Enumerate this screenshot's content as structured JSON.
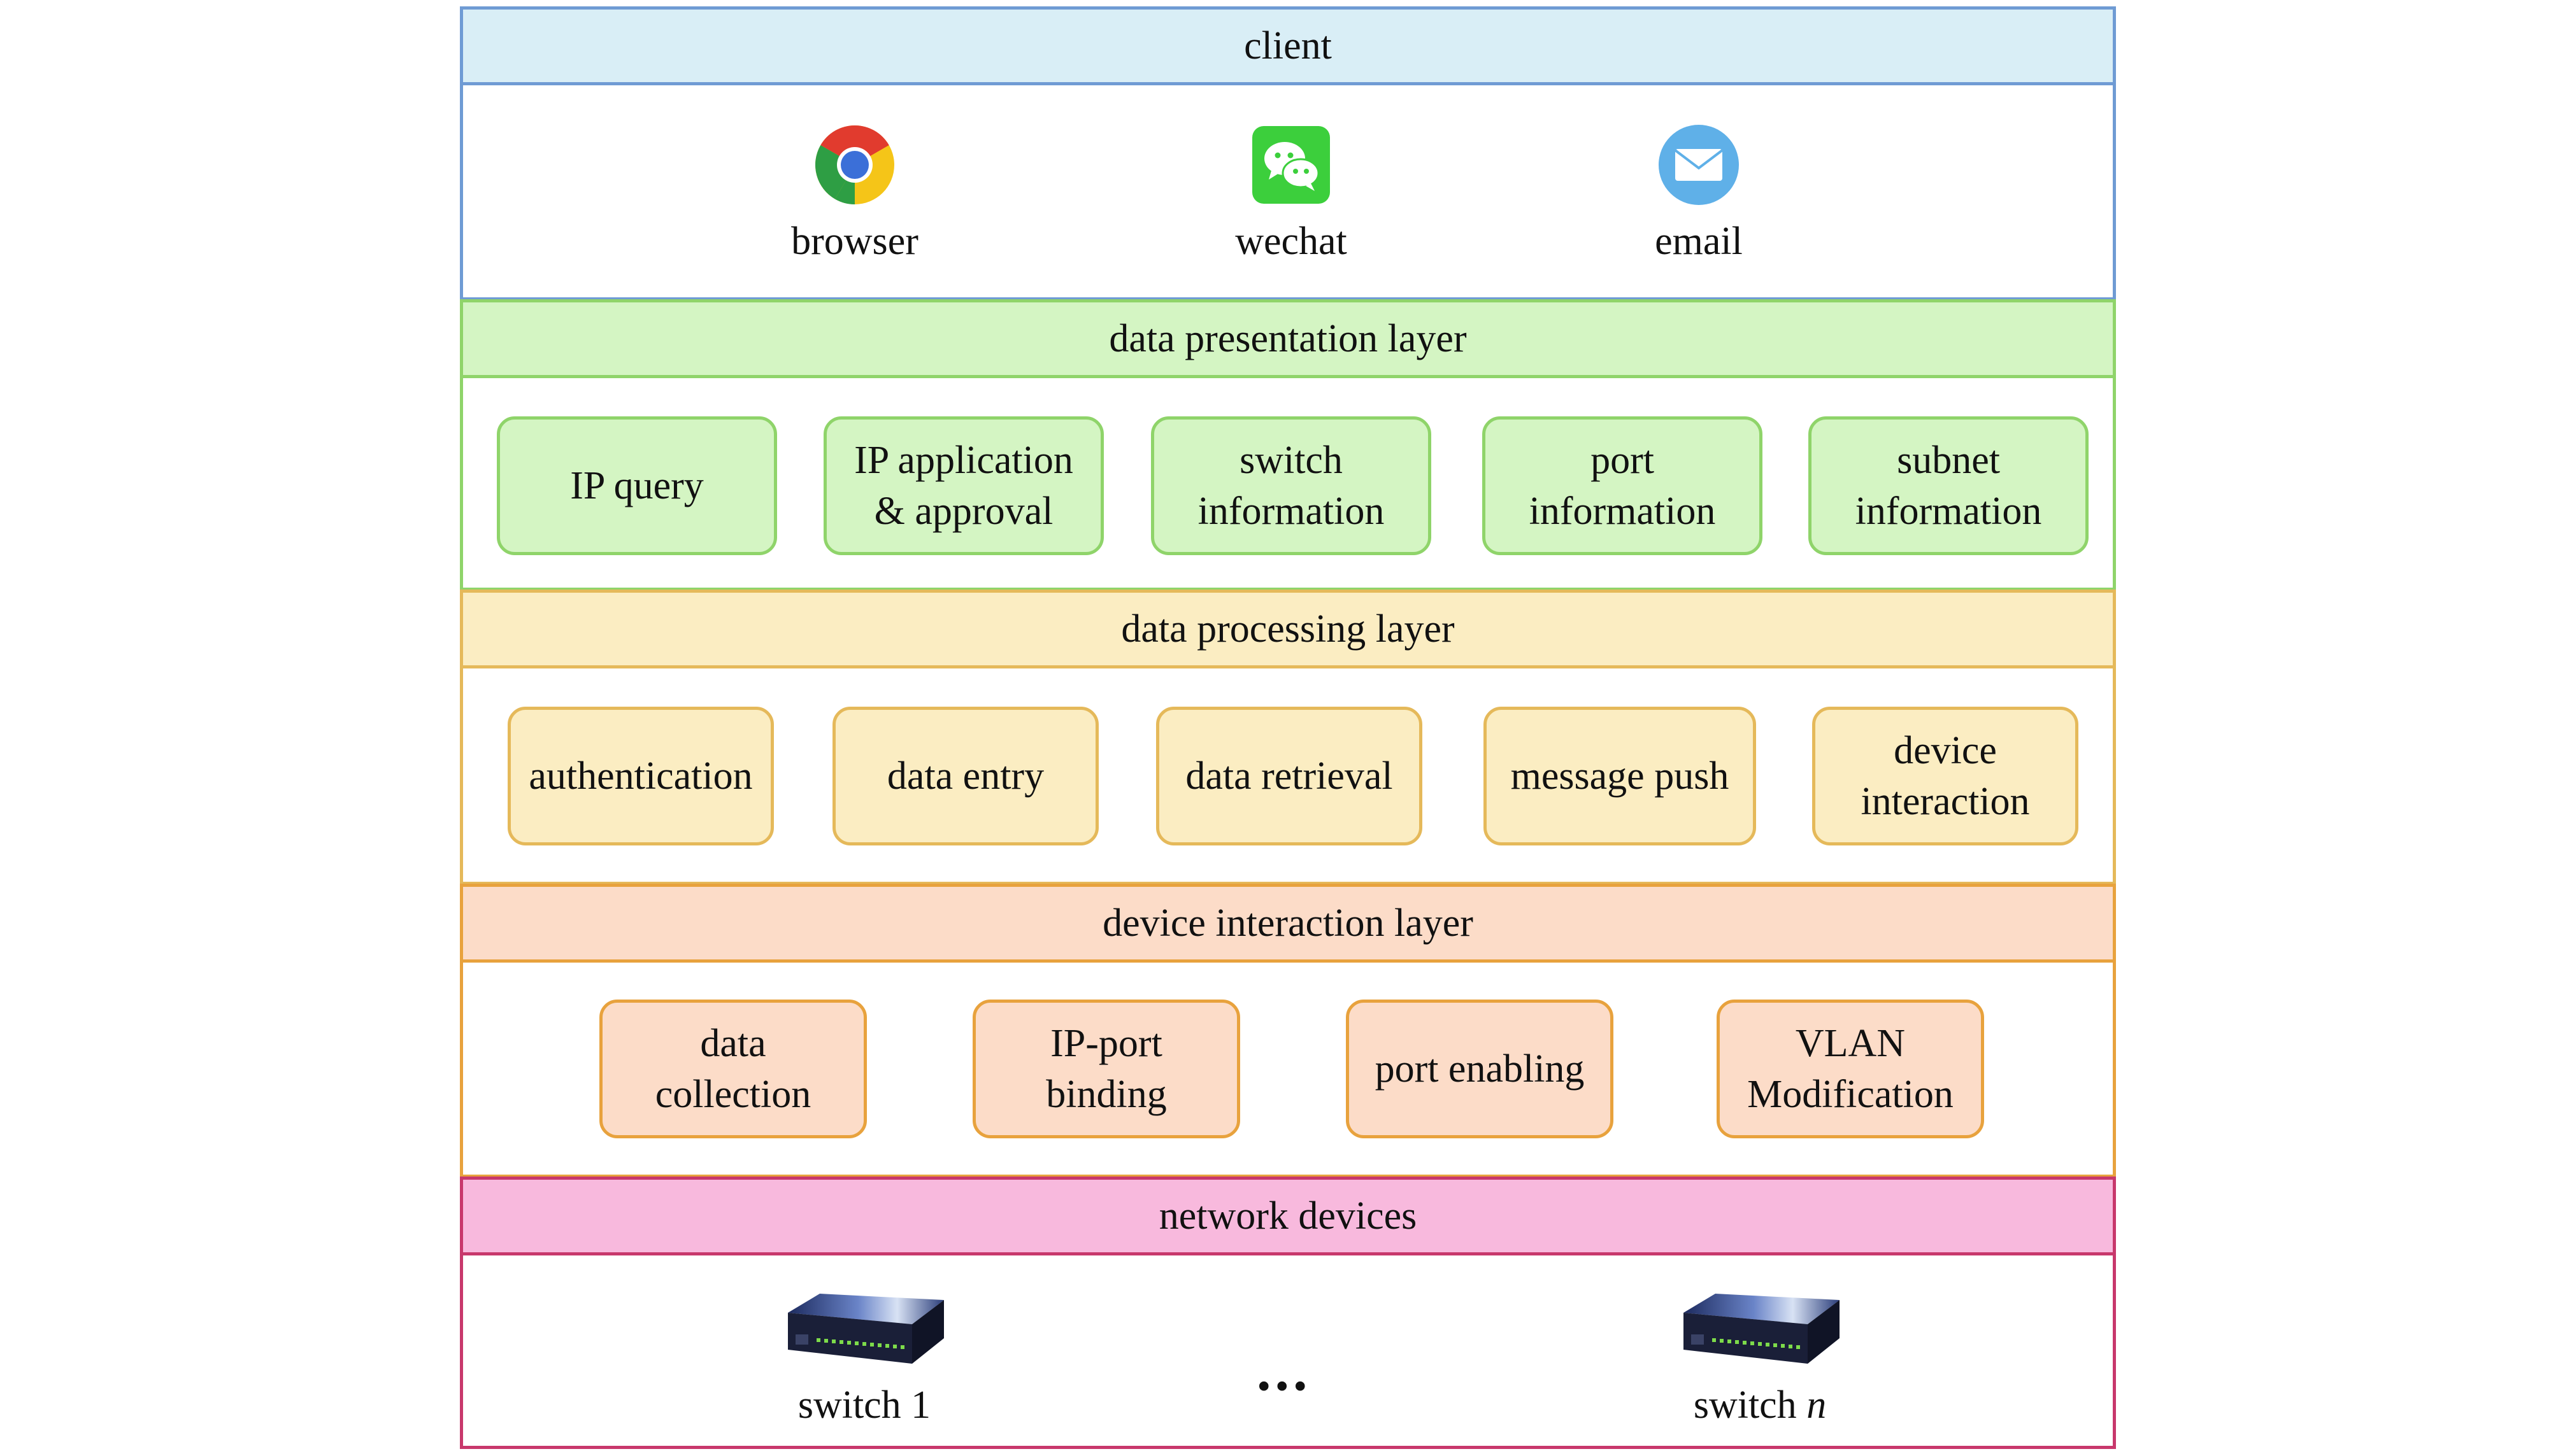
{
  "colors": {
    "client": "#6f9bd4",
    "client_fill": "#d9eef6",
    "presentation": "#8fd46a",
    "presentation_fill": "#d4f5c3",
    "processing": "#e5b95a",
    "processing_fill": "#fbedc2",
    "interaction": "#e8a23d",
    "interaction_fill": "#fcdcc8",
    "devices": "#c8386c",
    "devices_fill": "#f8b9dd"
  },
  "client": {
    "title": "client",
    "items": [
      {
        "label": "browser",
        "icon": "chrome-icon"
      },
      {
        "label": "wechat",
        "icon": "wechat-icon"
      },
      {
        "label": "email",
        "icon": "mail-icon"
      }
    ]
  },
  "presentation": {
    "title": "data presentation layer",
    "items": [
      "IP query",
      "IP application\n& approval",
      "switch\ninformation",
      "port\ninformation",
      "subnet\ninformation"
    ]
  },
  "processing": {
    "title": "data processing layer",
    "items": [
      "authentication",
      "data entry",
      "data retrieval",
      "message push",
      "device\ninteraction"
    ]
  },
  "interaction": {
    "title": "device interaction layer",
    "items": [
      "data\ncollection",
      "IP-port\nbinding",
      "port enabling",
      "VLAN\nModification"
    ]
  },
  "devices": {
    "title": "network devices",
    "switch_first": "switch 1",
    "switch_last_prefix": "switch ",
    "switch_last_var": "n",
    "ellipsis": "..."
  }
}
